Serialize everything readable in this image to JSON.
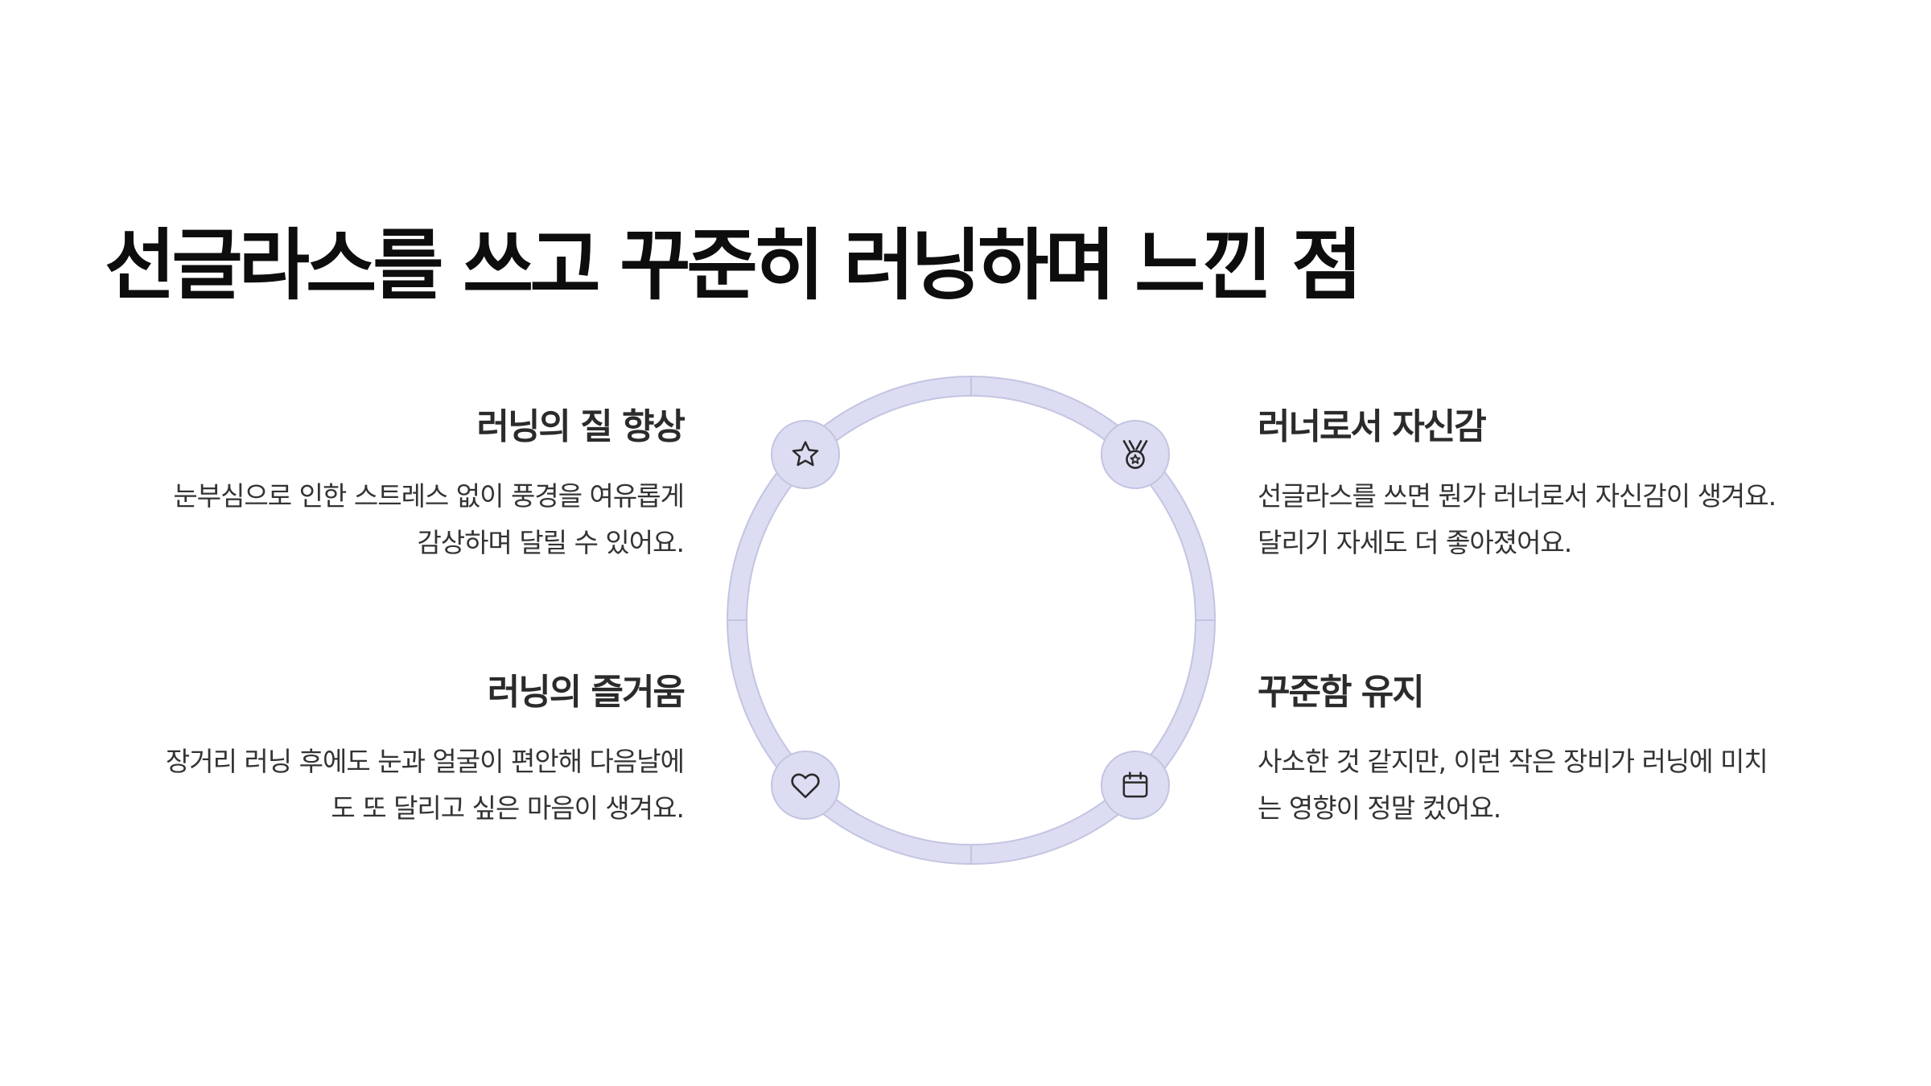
{
  "title": "선글라스를 쓰고 꾸준히 러닝하며 느낀 점",
  "colors": {
    "ring": "#dcdcf3",
    "ring_stroke": "#c4c4e2",
    "icon": "#2a2a2a",
    "title": "#0d0d0d"
  },
  "items": [
    {
      "heading": "러닝의 질 향상",
      "line1": "눈부심으로 인한 스트레스 없이 풍경을 여유롭게",
      "line2": "감상하며 달릴 수 있어요.",
      "icon": "star-icon"
    },
    {
      "heading": "러너로서 자신감",
      "line1": "선글라스를 쓰면 뭔가 러너로서 자신감이 생겨요.",
      "line2": "달리기 자세도 더 좋아졌어요.",
      "icon": "medal-icon"
    },
    {
      "heading": "러닝의 즐거움",
      "line1": "장거리 러닝 후에도 눈과 얼굴이 편안해 다음날에",
      "line2": "도 또 달리고 싶은 마음이 생겨요.",
      "icon": "heart-icon"
    },
    {
      "heading": "꾸준함 유지",
      "line1": "사소한 것 같지만, 이런 작은 장비가 러닝에 미치",
      "line2": "는 영향이 정말 컸어요.",
      "icon": "calendar-icon"
    }
  ]
}
